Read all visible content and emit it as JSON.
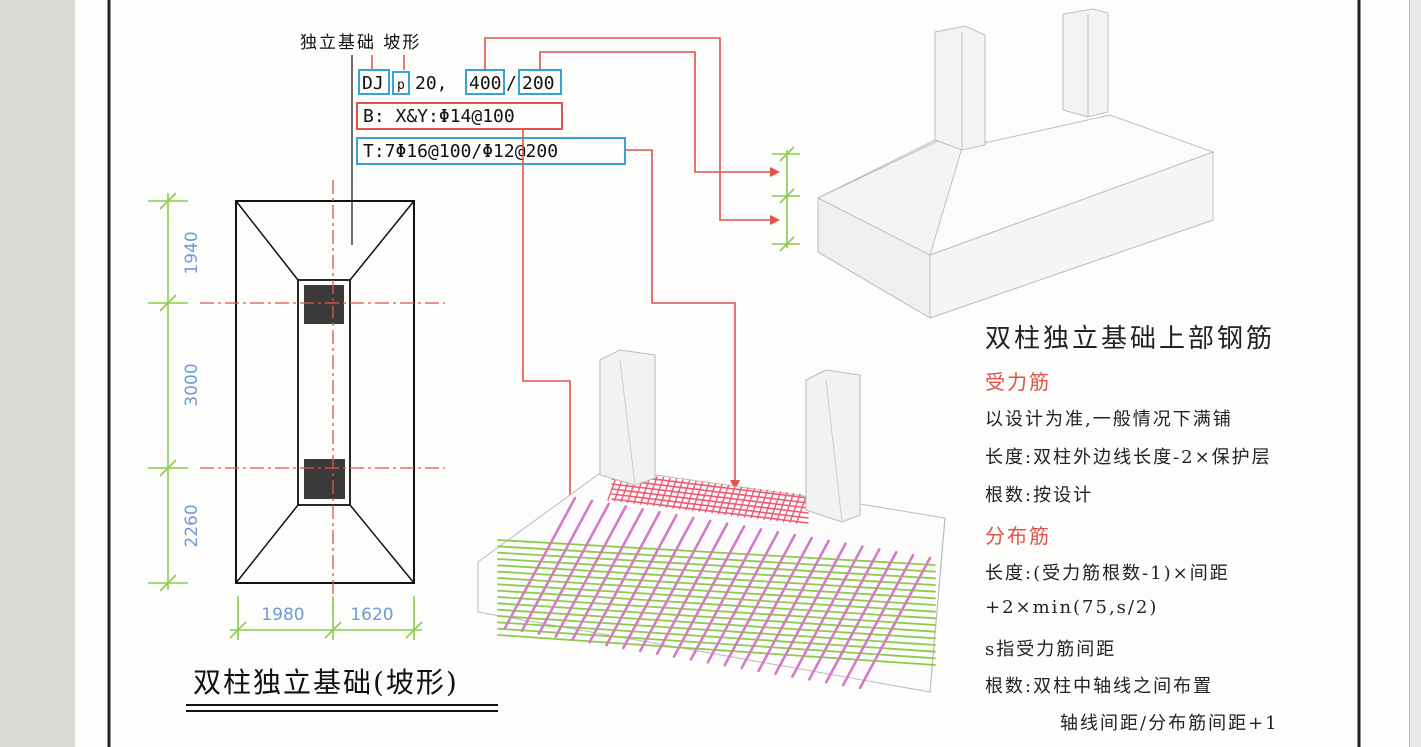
{
  "labels": {
    "code_title": "独立基础 坡形",
    "code_prefix_dj": "DJ",
    "code_prefix_p": "p",
    "code_num": "20,",
    "code_h1": "400",
    "code_slash": "/",
    "code_h2": "200",
    "bottom_rebar": "B: X&Y:Φ14@100",
    "top_rebar": "T:7Φ16@100/Φ12@200"
  },
  "dimensions": {
    "vertical": [
      "1940",
      "3000",
      "2260"
    ],
    "horizontal": [
      "1980",
      "1620"
    ]
  },
  "plan_title": "双柱独立基础(坡形)",
  "notes": {
    "heading": "双柱独立基础上部钢筋",
    "section1_title": "受力筋",
    "s1_line1": "以设计为准,一般情况下满铺",
    "s1_line2": "长度:双柱外边线长度-2×保护层",
    "s1_line3": "根数:按设计",
    "section2_title": "分布筋",
    "s2_line1": "长度:(受力筋根数-1)×间距",
    "s2_line2": "+2×min(75,s/2)",
    "s2_line3": "s指受力筋间距",
    "s2_line4": "根数:双柱中轴线之间布置",
    "s2_line5": "轴线间距/分布筋间距+1"
  },
  "colors": {
    "red": "#e0534a",
    "blue": "#3aa0d8",
    "green": "#8ccc4a",
    "dim_text": "#6d9bd6",
    "magenta": "#d47ac8"
  }
}
